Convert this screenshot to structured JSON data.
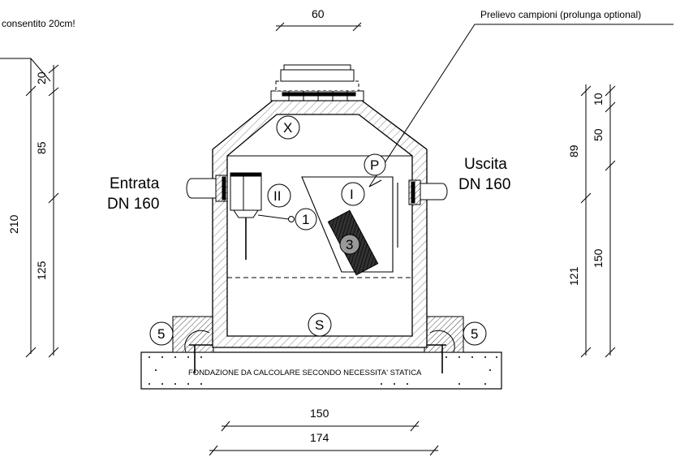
{
  "notes": {
    "top_left": "consentito 20cm!",
    "sample": "Prelievo campioni (prolunga optional)",
    "foundation": "FONDAZIONE DA CALCOLARE SECONDO NECESSITA' STATICA"
  },
  "inlet": {
    "line1": "Entrata",
    "line2": "DN 160"
  },
  "outlet": {
    "line1": "Uscita",
    "line2": "DN 160"
  },
  "markers": {
    "x": "X",
    "p": "P",
    "ii": "II",
    "i": "I",
    "one": "1",
    "three": "3",
    "s": "S",
    "five_left": "5",
    "five_right": "5"
  },
  "dims": {
    "top_width": "60",
    "left_total": "210",
    "left_20": "20",
    "left_85": "85",
    "left_125": "125",
    "right_10": "10",
    "right_50": "50",
    "right_89": "89",
    "right_150": "150",
    "right_121": "121",
    "bottom_150": "150",
    "bottom_174": "174"
  }
}
